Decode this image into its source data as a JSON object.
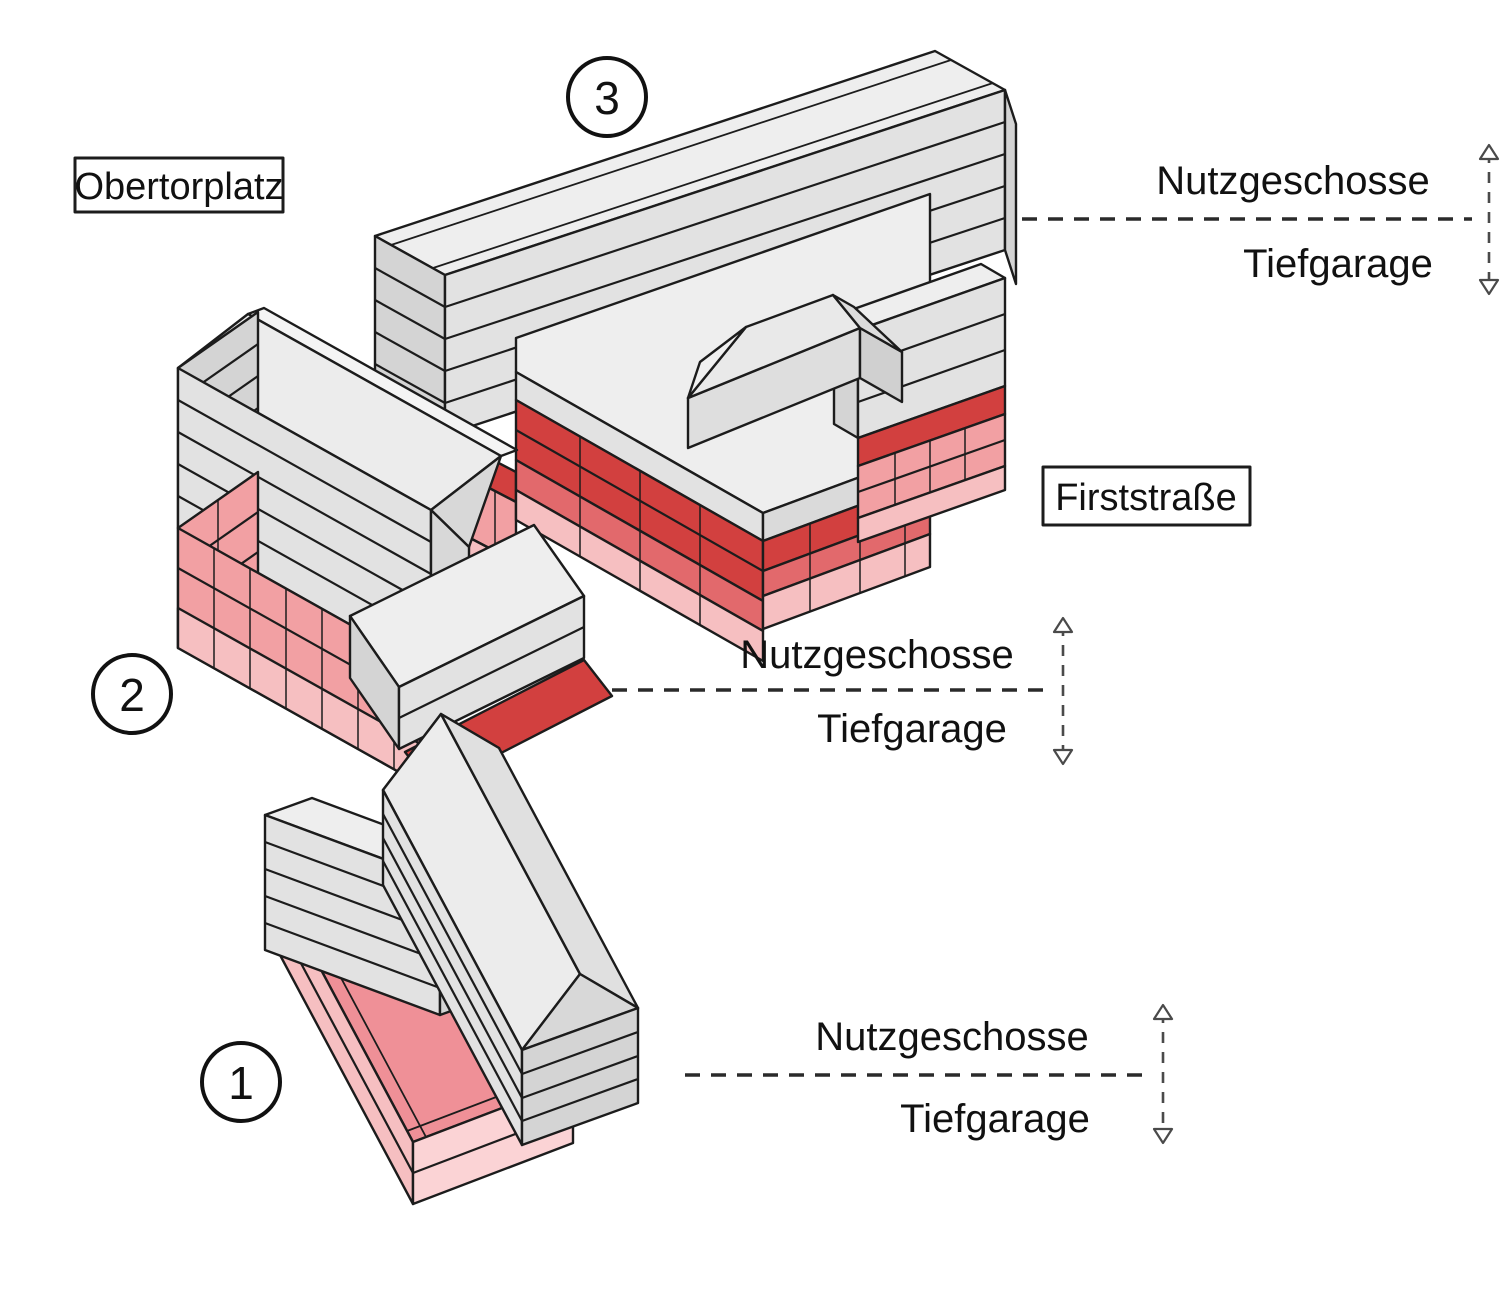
{
  "diagram": {
    "type": "axonometric-building-massing-diagram",
    "place_labels": [
      {
        "id": "obertorplatz",
        "text": "Obertorplatz",
        "boxed": true
      },
      {
        "id": "firststrasse",
        "text": "Firststraße",
        "boxed": true
      }
    ],
    "building_markers": [
      {
        "number": "1"
      },
      {
        "number": "2"
      },
      {
        "number": "3"
      }
    ],
    "level_annotations": [
      {
        "position": "top-right",
        "above": "Nutzgeschosse",
        "below": "Tiefgarage"
      },
      {
        "position": "middle",
        "above": "Nutzgeschosse",
        "below": "Tiefgarage"
      },
      {
        "position": "bottom",
        "above": "Nutzgeschosse",
        "below": "Tiefgarage"
      }
    ],
    "colors": {
      "building_top_gray": "#eeeeee",
      "building_face_gray": "#e2e2e2",
      "building_end_gray": "#d4d4d4",
      "garage_red_strong": "#d2403f",
      "garage_red_mid": "#e2696c",
      "garage_pink": "#f2a0a3",
      "garage_pale_pink": "#f6bfc1",
      "plate_pink": "#ef9097",
      "outline": "#1c1c1c"
    }
  }
}
